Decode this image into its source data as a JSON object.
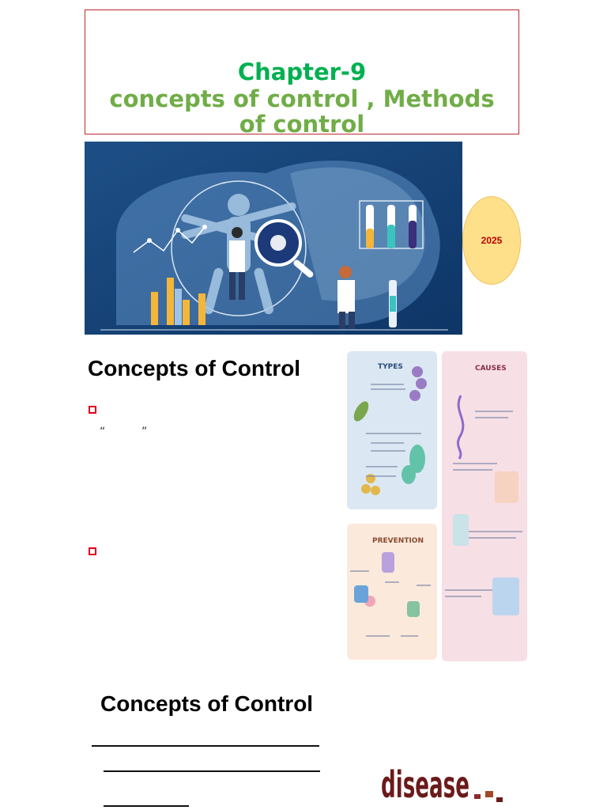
{
  "header": {
    "chapter": "Chapter-9",
    "subtitle_line1": "concepts of control , Methods",
    "subtitle_line2": "of control"
  },
  "year_badge": "2025",
  "section1": {
    "heading": "Concepts of Control",
    "open_quote": "“",
    "close_quote": "”"
  },
  "infographic": {
    "panels": [
      {
        "title": "TYPES",
        "color": "#dbe8f3"
      },
      {
        "title": "CAUSES",
        "color": "#f7dfe6"
      },
      {
        "title": "PREVENTION",
        "color": "#fbe9dc"
      }
    ]
  },
  "section2": {
    "heading": "Concepts of Control"
  },
  "disease_word": "disease"
}
